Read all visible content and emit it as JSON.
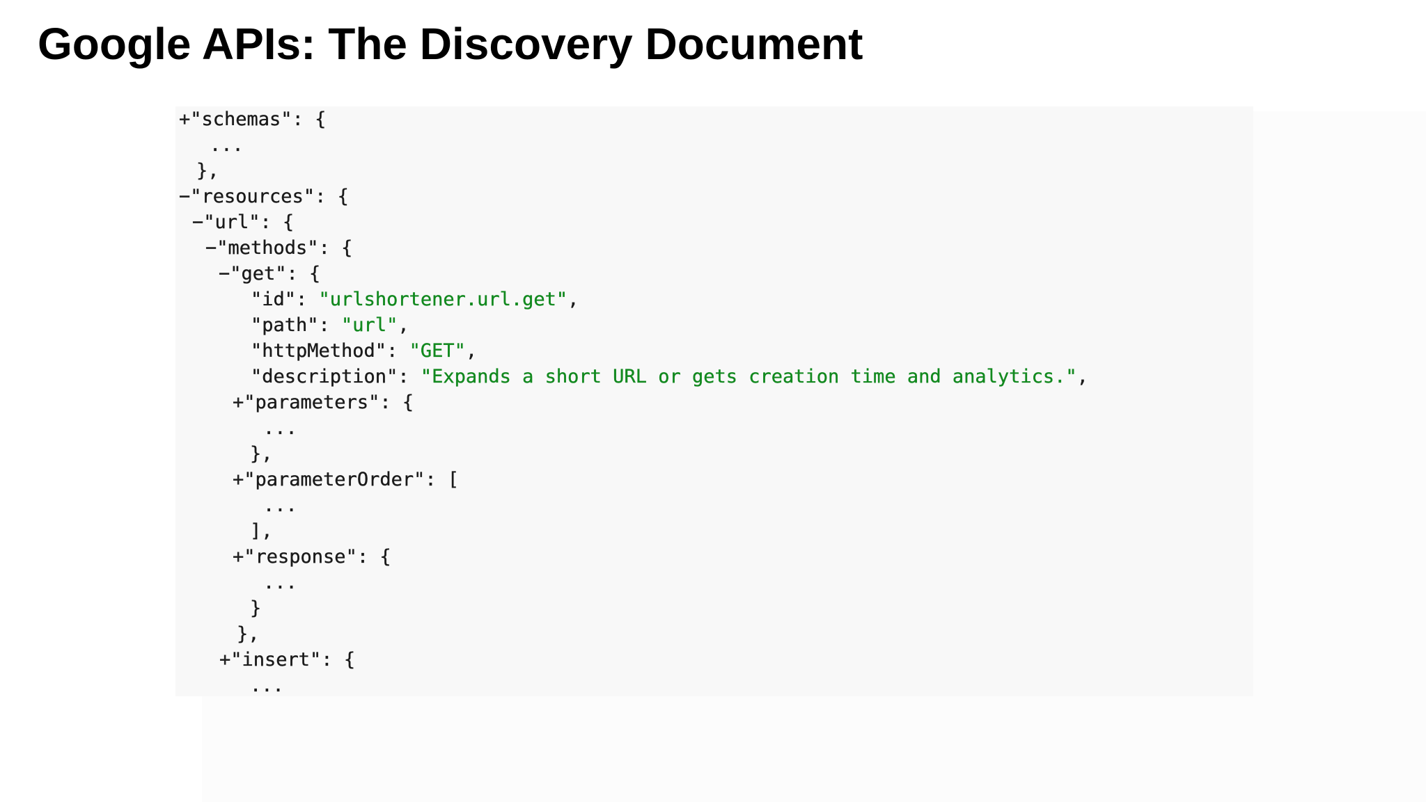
{
  "slide": {
    "title": "Google APIs: The Discovery Document"
  },
  "colors": {
    "string_value": "#12891f",
    "key_text": "#1a1a1a",
    "code_background": "#f8f8f8"
  },
  "code": {
    "lines": [
      {
        "toggle": "+",
        "key": "\"schemas\": {"
      },
      {
        "plain": "..."
      },
      {
        "plain": "},"
      },
      {
        "toggle": "−",
        "key": "\"resources\": {"
      },
      {
        "toggle": "−",
        "key": "\"url\": {"
      },
      {
        "toggle": "−",
        "key": "\"methods\": {"
      },
      {
        "toggle": "−",
        "key": "\"get\": {"
      },
      {
        "key": "\"id\": ",
        "value": "\"urlshortener.url.get\"",
        "tail": ","
      },
      {
        "key": "\"path\": ",
        "value": "\"url\"",
        "tail": ","
      },
      {
        "key": "\"httpMethod\": ",
        "value": "\"GET\"",
        "tail": ","
      },
      {
        "key": "\"description\": ",
        "value": "\"Expands a short URL or gets creation time and analytics.\"",
        "tail": ","
      },
      {
        "toggle": "+",
        "key": "\"parameters\": {"
      },
      {
        "plain": "..."
      },
      {
        "plain": "},"
      },
      {
        "toggle": "+",
        "key": "\"parameterOrder\": ["
      },
      {
        "plain": "..."
      },
      {
        "plain": "],"
      },
      {
        "toggle": "+",
        "key": "\"response\": {"
      },
      {
        "plain": "..."
      },
      {
        "plain": "}"
      },
      {
        "plain": "},"
      },
      {
        "toggle": "+",
        "key": "\"insert\": {"
      },
      {
        "plain": "..."
      }
    ]
  }
}
